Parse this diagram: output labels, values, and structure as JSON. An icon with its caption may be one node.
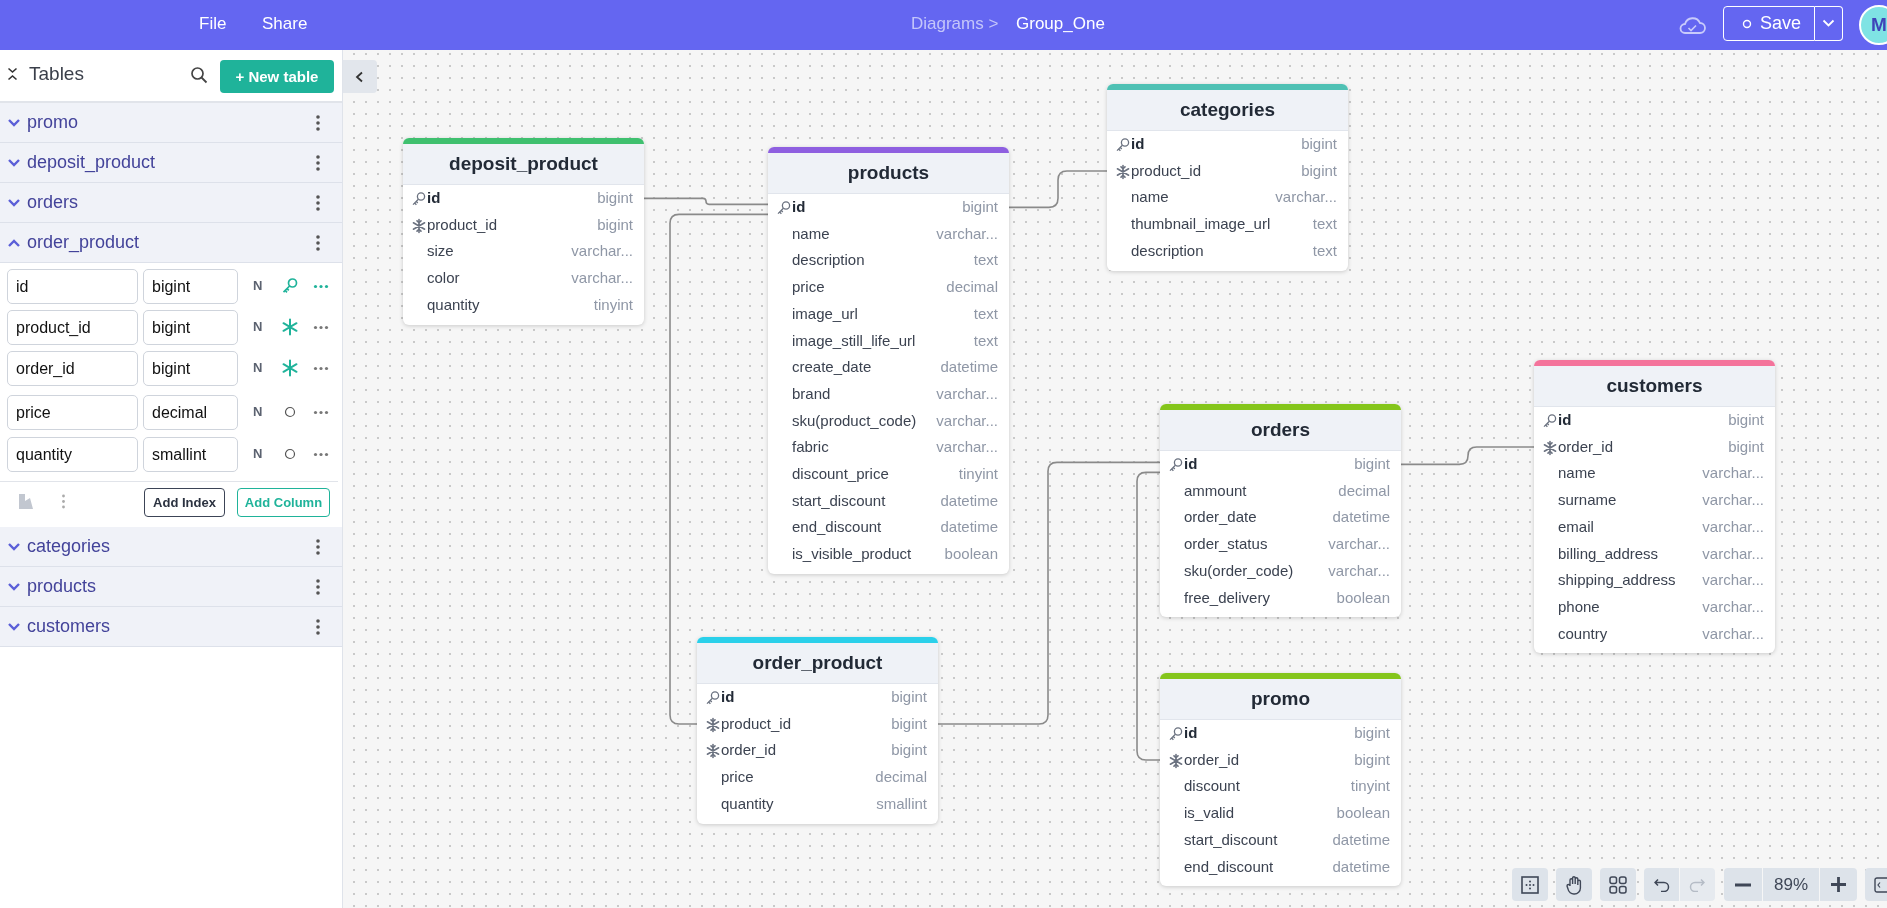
{
  "diagram": {
    "title": "Group_One",
    "nodes": [
      {
        "text": [
          "categories",
          "id",
          "bigint",
          "product_id",
          "bigint",
          "name",
          "varchar...",
          "thumbnail_image_url",
          "text",
          "description",
          "text"
        ]
      },
      {
        "text": [
          "deposit_product",
          "id",
          "bigint",
          "product_id",
          "bigint",
          "size",
          "varchar...",
          "color",
          "varchar...",
          "quantity",
          "tinyint"
        ]
      },
      {
        "text": [
          "products",
          "id",
          "bigint",
          "name",
          "varchar...",
          "description",
          "text",
          "price",
          "decimal",
          "image_url",
          "text",
          "image_still_life_url",
          "text",
          "create_date",
          "datetime",
          "brand",
          "varchar...",
          "sku(product_code)",
          "varchar...",
          "fabric",
          "varchar...",
          "discount_price",
          "tinyint",
          "start_discount",
          "datetime",
          "end_discount",
          "datetime",
          "is_visible_product",
          "boolean"
        ]
      },
      {
        "text": [
          "customers",
          "id",
          "bigint",
          "order_id",
          "bigint",
          "name",
          "varchar...",
          "surname",
          "varchar...",
          "email",
          "varchar...",
          "billing_address",
          "varchar...",
          "shipping_address",
          "varchar...",
          "phone",
          "varchar...",
          "country",
          "varchar..."
        ]
      },
      {
        "text": [
          "orders",
          "id",
          "bigint",
          "ammount",
          "decimal",
          "order_date",
          "datetime",
          "order_status",
          "varchar...",
          "sku(order_code)",
          "varchar...",
          "free_delivery",
          "boolean"
        ]
      },
      {
        "text": [
          "order_product",
          "id",
          "bigint",
          "product_id",
          "bigint",
          "order_id",
          "bigint",
          "price",
          "decimal",
          "quantity",
          "smallint"
        ]
      },
      {
        "text": [
          "promo",
          "id",
          "bigint",
          "order_id",
          "bigint",
          "discount",
          "tinyint",
          "is_valid",
          "boolean",
          "start_discount",
          "datetime",
          "end_discount",
          "datetime"
        ]
      }
    ],
    "edges": [
      {
        "from": 1,
        "to": 2,
        "arrow": "none"
      },
      {
        "from": 2,
        "to": 5,
        "arrow": "none"
      },
      {
        "from": 2,
        "to": 0,
        "arrow": "none"
      },
      {
        "from": 4,
        "to": 5,
        "arrow": "none"
      },
      {
        "from": 4,
        "to": 6,
        "arrow": "none"
      },
      {
        "from": 4,
        "to": 3,
        "arrow": "none"
      }
    ],
    "labels": [
      "File",
      "Share",
      "Diagrams >",
      "Save",
      "M",
      "Tables",
      "+ New table",
      "promo",
      "deposit_product",
      "orders",
      "order_product",
      "id",
      "bigint",
      "N",
      "product_id",
      "bigint",
      "N",
      "order_id",
      "bigint",
      "N",
      "price",
      "decimal",
      "N",
      "quantity",
      "smallint",
      "N",
      "Add Index",
      "Add Column",
      "categories",
      "products",
      "customers",
      "89%"
    ]
  }
}
